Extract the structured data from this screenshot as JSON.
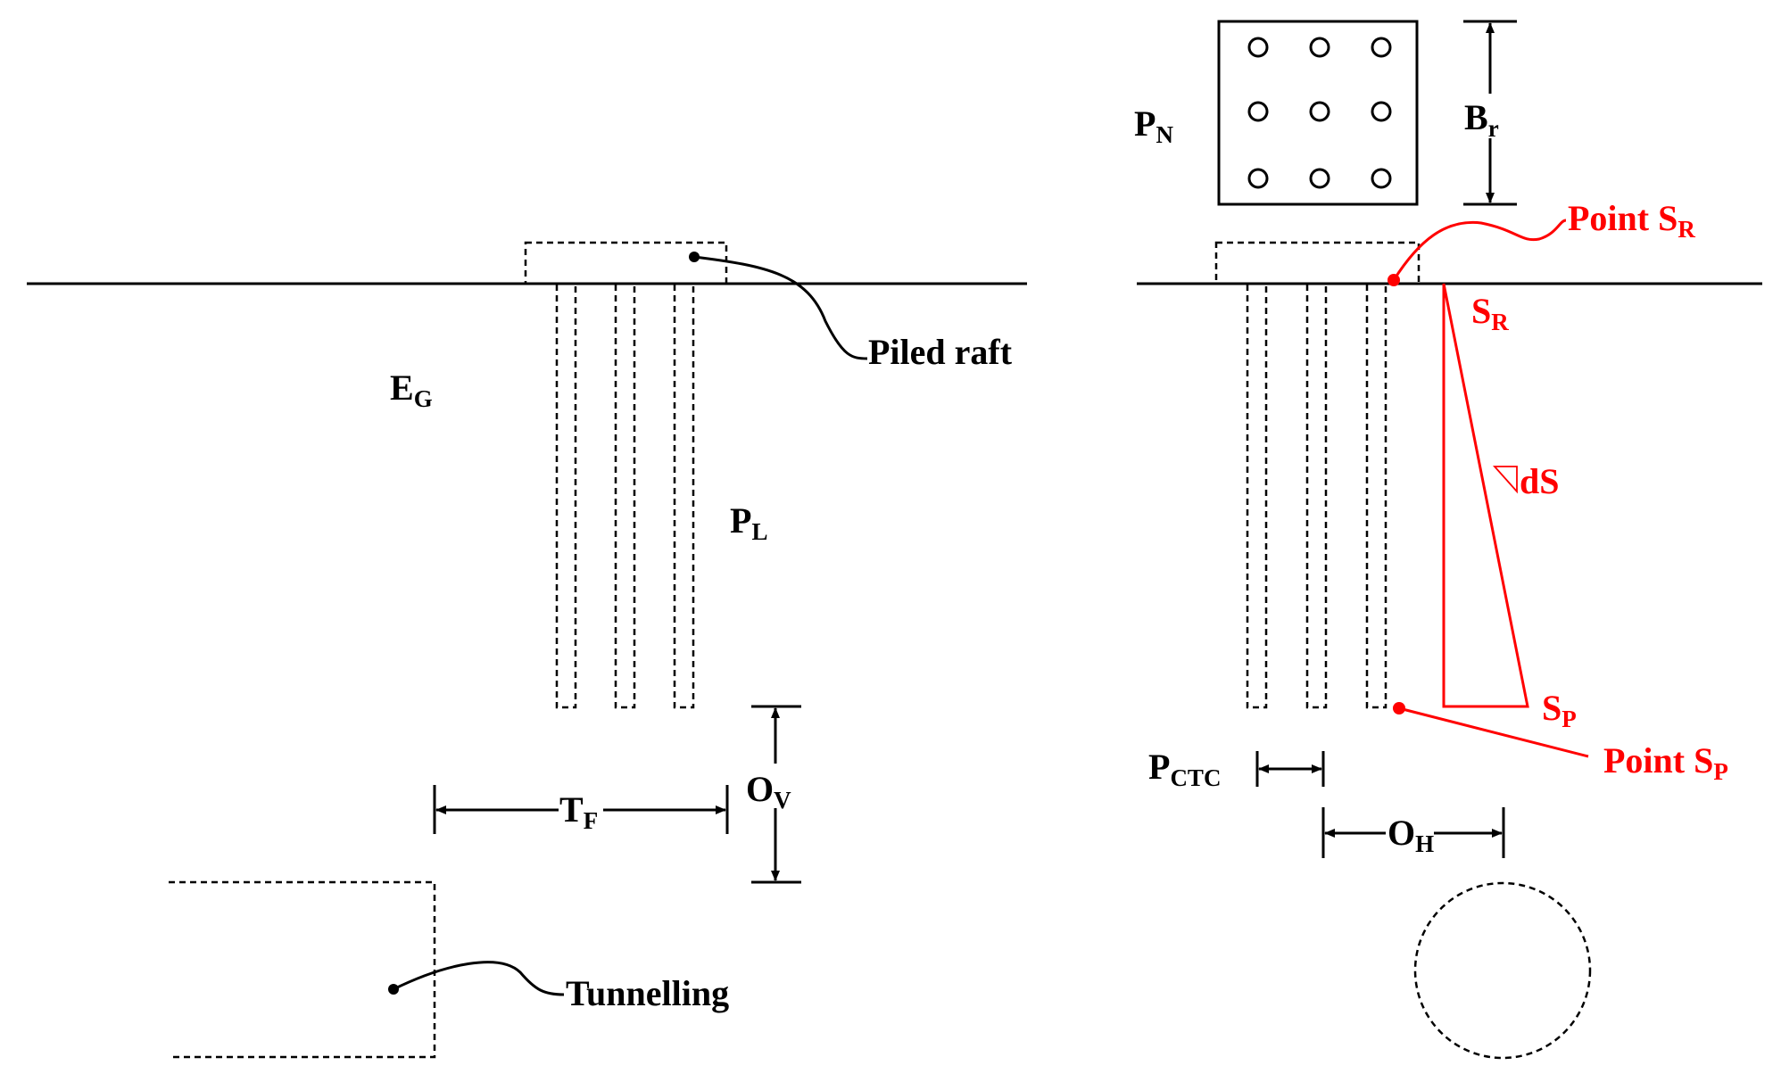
{
  "labels": {
    "eg_main": "E",
    "eg_sub": "G",
    "pl_main": "P",
    "pl_sub": "L",
    "piled_raft": "Piled raft",
    "tunnelling": "Tunnelling",
    "tf_main": "T",
    "tf_sub": "F",
    "ov_main": "O",
    "ov_sub": "V",
    "pn_main": "P",
    "pn_sub": "N",
    "br_main": "B",
    "br_sub": "r",
    "pctc_main": "P",
    "pctc_sub": "CTC",
    "oh_main": "O",
    "oh_sub": "H",
    "point_sr_main": "Point S",
    "point_sr_sub": "R",
    "sr_main": "S",
    "sr_sub": "R",
    "ds": "dS",
    "sp_main": "S",
    "sp_sub": "P",
    "point_sp_main": "Point S",
    "point_sp_sub": "P"
  },
  "colors": {
    "line": "#000000",
    "highlight": "#ff0000"
  }
}
